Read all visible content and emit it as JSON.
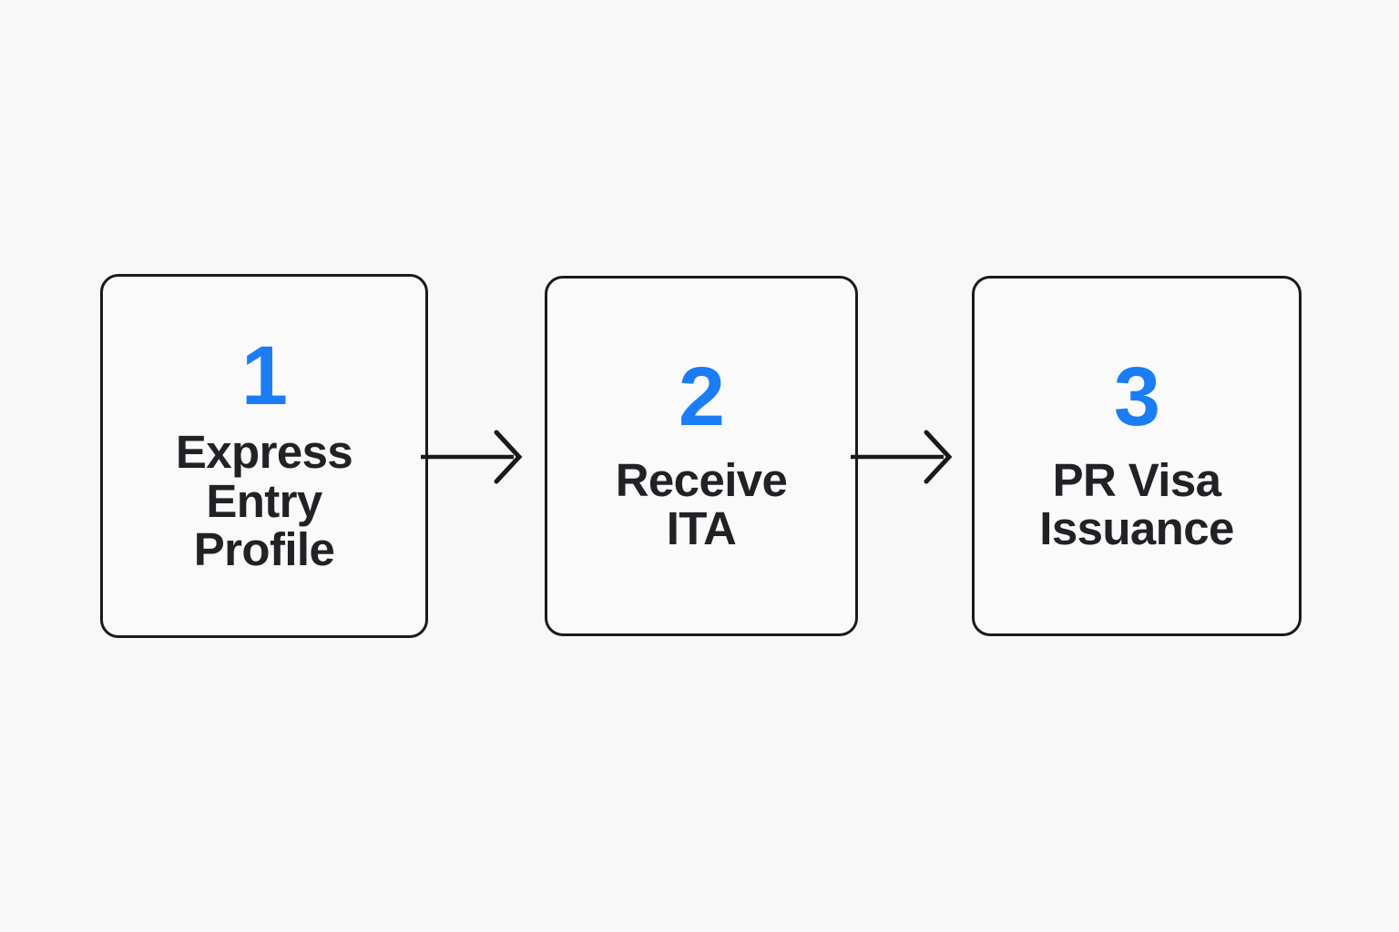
{
  "diagram": {
    "type": "process-flow",
    "orientation": "horizontal",
    "background_color": "#f8f8f9",
    "accent_color": "#1a7df5",
    "text_color": "#212225",
    "border_color": "#1a1a1c",
    "steps": [
      {
        "number": "1",
        "label": "Express\nEntry\nProfile"
      },
      {
        "number": "2",
        "label": "Receive\nITA"
      },
      {
        "number": "3",
        "label": "PR Visa\nIssuance"
      }
    ],
    "connectors": [
      {
        "from": "1",
        "to": "2",
        "glyph": "arrow-right"
      },
      {
        "from": "2",
        "to": "3",
        "glyph": "arrow-right"
      }
    ]
  }
}
